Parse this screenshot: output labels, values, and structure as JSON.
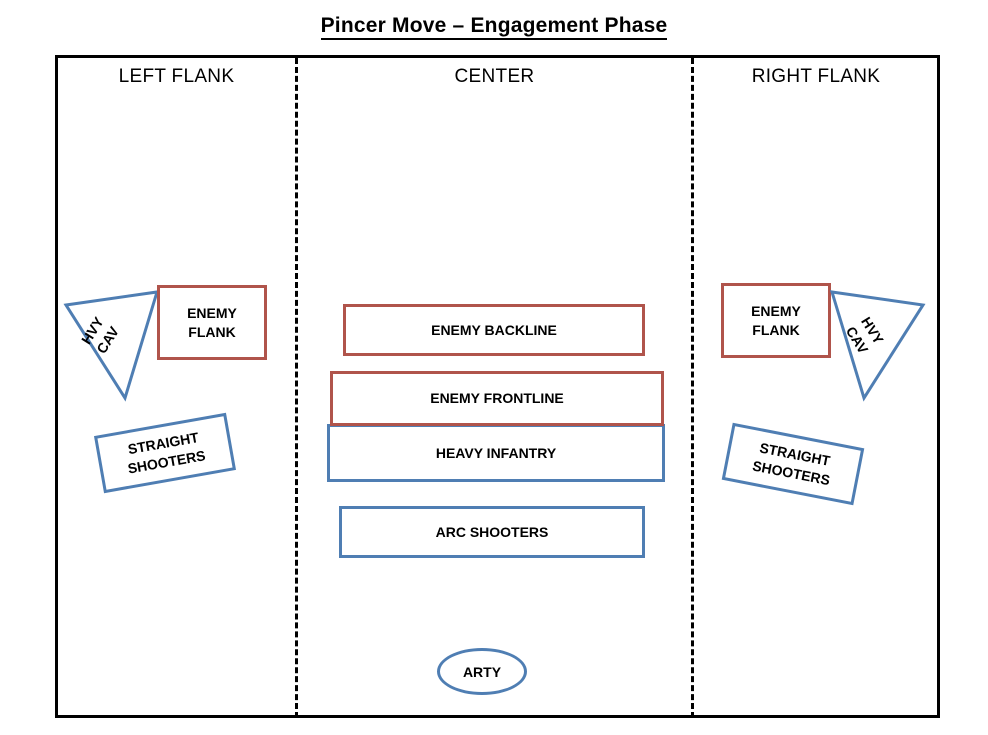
{
  "title": "Pincer Move – Engagement Phase",
  "colors": {
    "enemy_outline": "#B0544B",
    "ally_outline": "#4F7EB3",
    "frame": "#000000",
    "background": "#FFFFFF",
    "text": "#000000"
  },
  "lanes": [
    {
      "id": "left",
      "header": "LEFT FLANK"
    },
    {
      "id": "center",
      "header": "CENTER"
    },
    {
      "id": "right",
      "header": "RIGHT FLANK"
    }
  ],
  "left_flank": {
    "cavalry": {
      "label_line1": "HVY",
      "label_line2": "CAV",
      "side": "enemy_facing",
      "shape": "triangle",
      "outline": "ally"
    },
    "enemy_flank": {
      "label_line1": "ENEMY",
      "label_line2": "FLANK",
      "shape": "rect",
      "outline": "enemy"
    },
    "straight_shooters": {
      "label_line1": "STRAIGHT",
      "label_line2": "SHOOTERS",
      "shape": "rect",
      "outline": "ally"
    }
  },
  "center": {
    "enemy_backline": {
      "label": "ENEMY BACKLINE",
      "shape": "rect",
      "outline": "enemy"
    },
    "enemy_frontline": {
      "label": "ENEMY FRONTLINE",
      "shape": "rect",
      "outline": "enemy"
    },
    "heavy_infantry": {
      "label": "HEAVY INFANTRY",
      "shape": "rect",
      "outline": "ally"
    },
    "arc_shooters": {
      "label": "ARC SHOOTERS",
      "shape": "rect",
      "outline": "ally"
    },
    "arty": {
      "label": "ARTY",
      "shape": "ellipse",
      "outline": "ally"
    }
  },
  "right_flank": {
    "enemy_flank": {
      "label_line1": "ENEMY",
      "label_line2": "FLANK",
      "shape": "rect",
      "outline": "enemy"
    },
    "cavalry": {
      "label_line1": "HVY",
      "label_line2": "CAV",
      "shape": "triangle",
      "outline": "ally"
    },
    "straight_shooters": {
      "label_line1": "STRAIGHT",
      "label_line2": "SHOOTERS",
      "shape": "rect",
      "outline": "ally"
    }
  }
}
